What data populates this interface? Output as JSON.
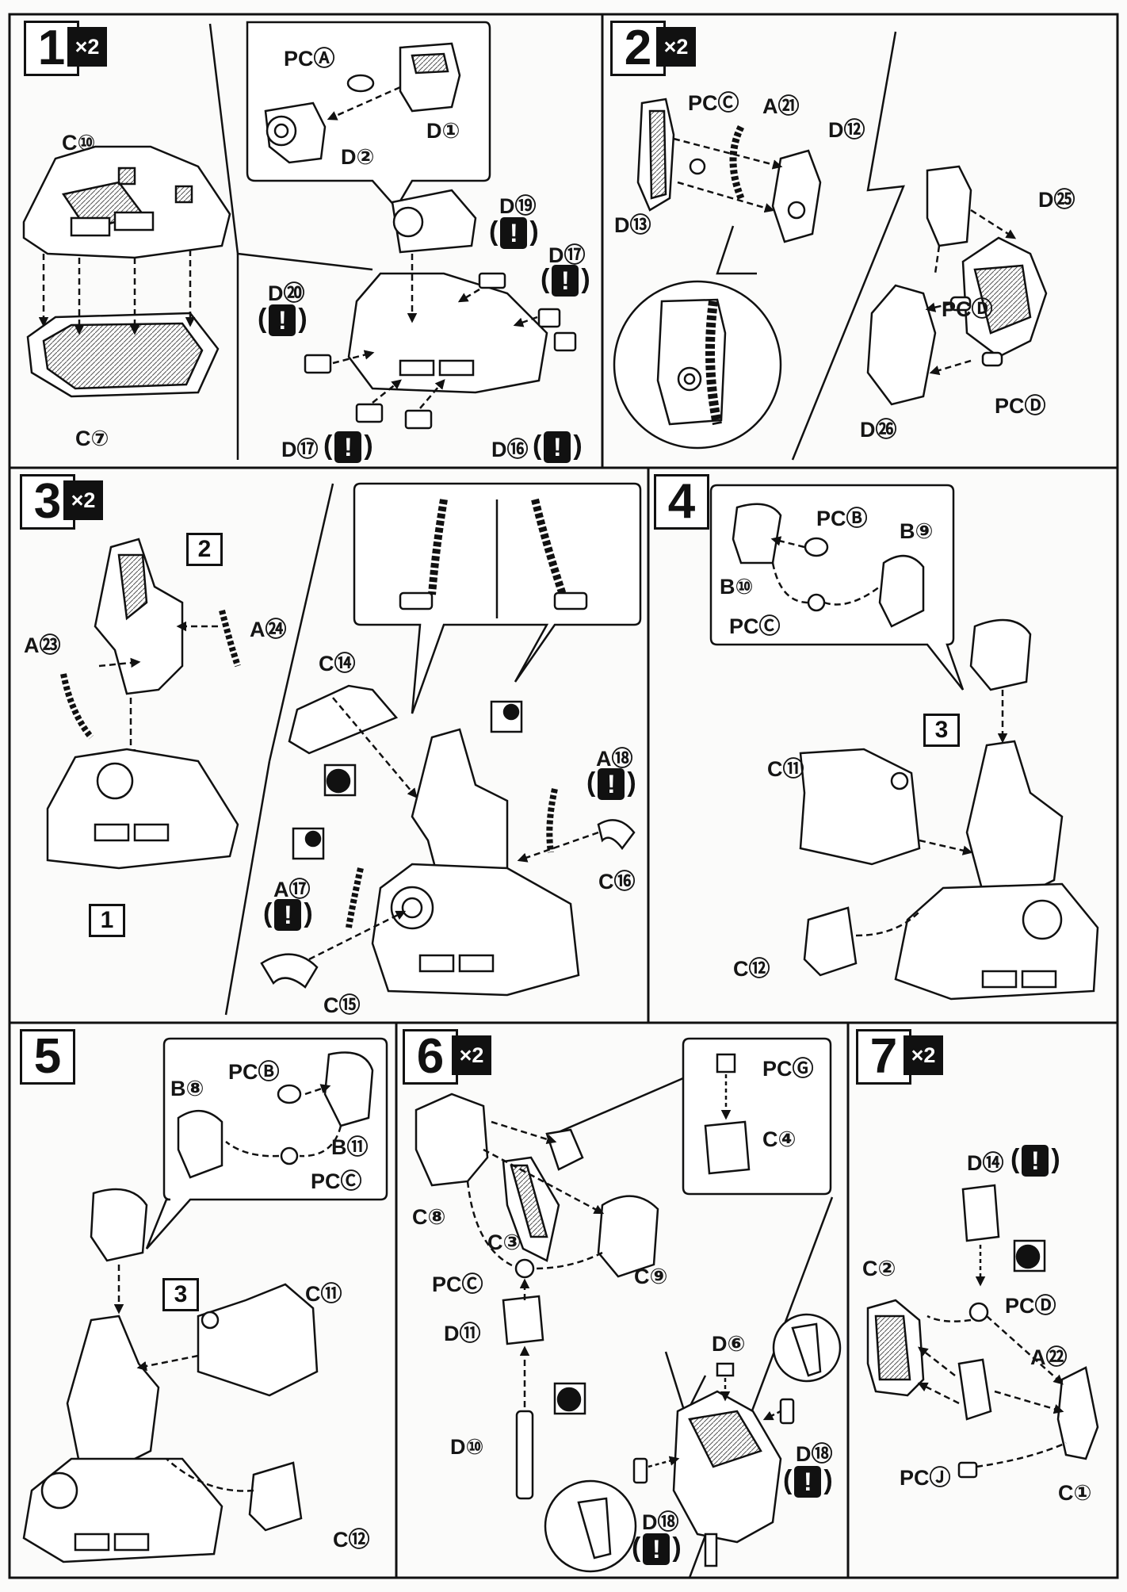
{
  "steps": [
    {
      "num": "1",
      "mult": "×2"
    },
    {
      "num": "2",
      "mult": "×2"
    },
    {
      "num": "3",
      "mult": "×2"
    },
    {
      "num": "4",
      "mult": ""
    },
    {
      "num": "5",
      "mult": ""
    },
    {
      "num": "6",
      "mult": "×2"
    },
    {
      "num": "7",
      "mult": "×2"
    }
  ],
  "labels": {
    "s1_pca": "PCⒶ",
    "s1_d1": "D①",
    "s1_d2": "D②",
    "s1_c10": "C⑩",
    "s1_c7": "C⑦",
    "s1_d19": "D⑲",
    "s1_d17a": "D⑰",
    "s1_d20": "D⑳",
    "s1_d17b": "D⑰",
    "s1_d16": "D⑯",
    "s2_pcc": "PCⒸ",
    "s2_a21": "A㉑",
    "s2_d12": "D⑫",
    "s2_d13": "D⑬",
    "s2_d25": "D㉕",
    "s2_pcd1": "PCⒹ",
    "s2_pcd2": "PCⒹ",
    "s2_d26": "D㉖",
    "s3_a23": "A㉓",
    "s3_a24": "A㉔",
    "s3_c14": "C⑭",
    "s3_a18": "A⑱",
    "s3_c16": "C⑯",
    "s3_a17": "A⑰",
    "s3_c15": "C⑮",
    "s4_pcb": "PCⒷ",
    "s4_b9": "B⑨",
    "s4_b10": "B⑩",
    "s4_pcc": "PCⒸ",
    "s4_c11": "C⑪",
    "s4_c12": "C⑫",
    "s5_pcb": "PCⒷ",
    "s5_b8": "B⑧",
    "s5_b11": "B⑪",
    "s5_pcc": "PCⒸ",
    "s5_c11": "C⑪",
    "s5_c12": "C⑫",
    "s6_pcg": "PCⒼ",
    "s6_c4": "C④",
    "s6_c8": "C⑧",
    "s6_c3": "C③",
    "s6_c9": "C⑨",
    "s6_pcc": "PCⒸ",
    "s6_d11": "D⑪",
    "s6_d10": "D⑩",
    "s6_d6": "D⑥",
    "s6_d18a": "D⑱",
    "s6_d18b": "D⑱",
    "s7_d14": "D⑭",
    "s7_c2": "C②",
    "s7_pcd": "PCⒹ",
    "s7_a22": "A㉒",
    "s7_pcj": "PCⒿ",
    "s7_c1": "C①"
  },
  "refs": {
    "s3_ref2": "2",
    "s3_ref1": "1",
    "s4_ref3": "3",
    "s5_ref3": "3"
  },
  "markers": {
    "warn_open": "(",
    "warn_mark": "!",
    "warn_close": ")",
    "num1": "1",
    "num2": "2"
  },
  "colors": {
    "ink": "#111111",
    "paper": "#fbfbfa",
    "shade": "#cfcfcf"
  }
}
